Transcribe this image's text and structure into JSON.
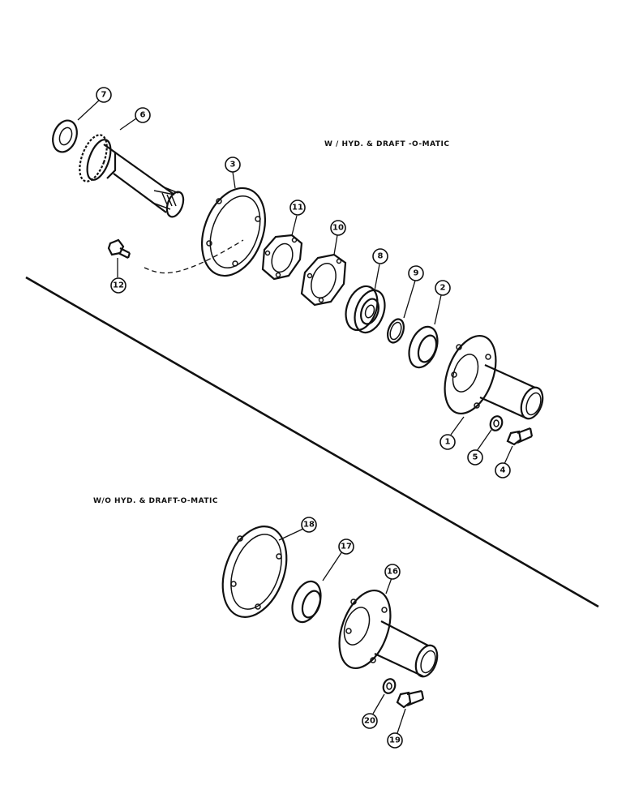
{
  "headings": {
    "with_option": "W / HYD. & DRAFT -O-MATIC",
    "without_option": "W/O HYD. & DRAFT-O-MATIC"
  },
  "callouts": {
    "c7": "7",
    "c6": "6",
    "c3": "3",
    "c11": "11",
    "c10": "10",
    "c8": "8",
    "c9": "9",
    "c2": "2",
    "c12": "12",
    "c1": "1",
    "c5": "5",
    "c4": "4",
    "c18": "18",
    "c17": "17",
    "c16": "16",
    "c20": "20",
    "c19": "19"
  }
}
